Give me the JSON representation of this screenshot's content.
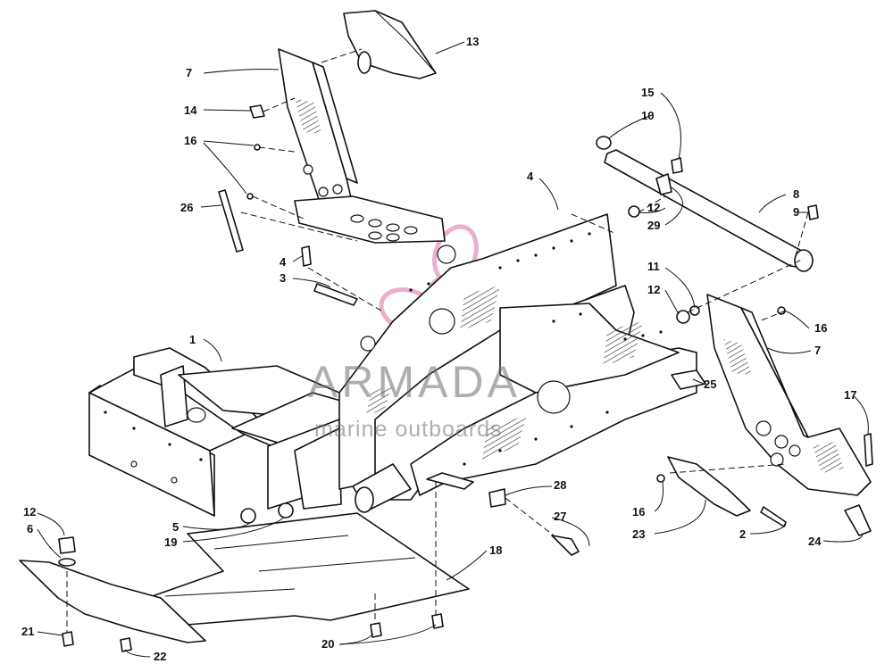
{
  "watermark": {
    "brand": "ARMADA",
    "tagline": "marine outboards",
    "logo_color": "#e9a2c4",
    "text_color": "#8c8c8c"
  },
  "callouts": [
    {
      "id": "c-13a",
      "text": "13"
    },
    {
      "id": "c-7a",
      "text": "7"
    },
    {
      "id": "c-14",
      "text": "14"
    },
    {
      "id": "c-16a",
      "text": "16"
    },
    {
      "id": "c-26",
      "text": "26"
    },
    {
      "id": "c-4a",
      "text": "4"
    },
    {
      "id": "c-3",
      "text": "3"
    },
    {
      "id": "c-1",
      "text": "1"
    },
    {
      "id": "c-4b",
      "text": "4"
    },
    {
      "id": "c-15",
      "text": "15"
    },
    {
      "id": "c-10",
      "text": "10"
    },
    {
      "id": "c-8",
      "text": "8"
    },
    {
      "id": "c-9",
      "text": "9"
    },
    {
      "id": "c-12a",
      "text": "12"
    },
    {
      "id": "c-29",
      "text": "29"
    },
    {
      "id": "c-11",
      "text": "11"
    },
    {
      "id": "c-12b",
      "text": "12"
    },
    {
      "id": "c-16b",
      "text": "16"
    },
    {
      "id": "c-7b",
      "text": "7"
    },
    {
      "id": "c-17",
      "text": "17"
    },
    {
      "id": "c-25",
      "text": "25"
    },
    {
      "id": "c-28",
      "text": "28"
    },
    {
      "id": "c-27",
      "text": "27"
    },
    {
      "id": "c-16c",
      "text": "16"
    },
    {
      "id": "c-23",
      "text": "23"
    },
    {
      "id": "c-2",
      "text": "2"
    },
    {
      "id": "c-24",
      "text": "24"
    },
    {
      "id": "c-12c",
      "text": "12"
    },
    {
      "id": "c-6",
      "text": "6"
    },
    {
      "id": "c-5",
      "text": "5"
    },
    {
      "id": "c-19",
      "text": "19"
    },
    {
      "id": "c-18",
      "text": "18"
    },
    {
      "id": "c-21",
      "text": "21"
    },
    {
      "id": "c-22",
      "text": "22"
    },
    {
      "id": "c-20",
      "text": "20"
    }
  ]
}
